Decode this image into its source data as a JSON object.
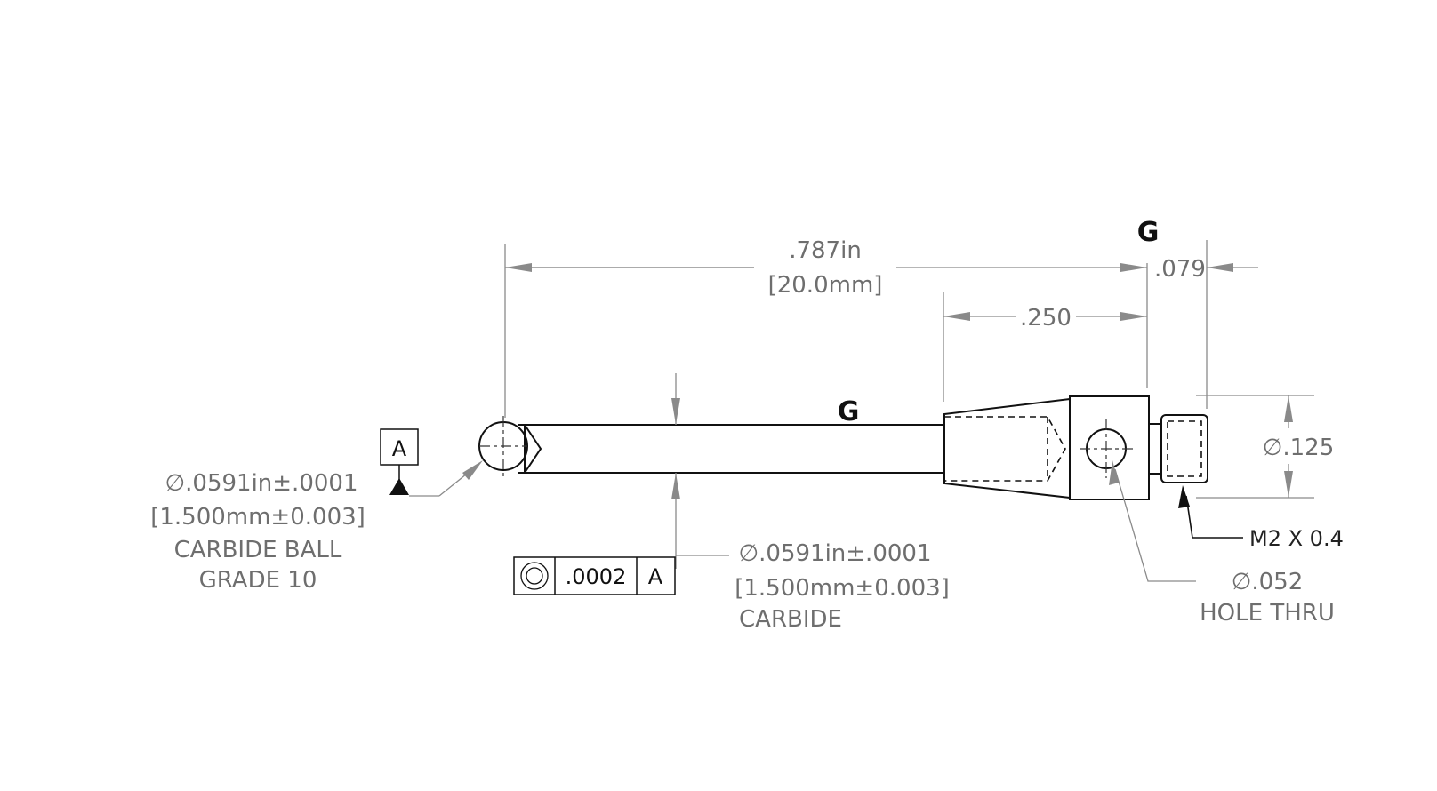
{
  "dimensions": {
    "overall_length": {
      "primary": ".787in",
      "secondary": "[20.0mm]"
    },
    "taper_length": ".250",
    "thread_length": ".079",
    "body_diameter": "∅.125"
  },
  "grind_symbol_top": "G",
  "grind_symbol_stem": "G",
  "datum": {
    "label": "A"
  },
  "ball_callout": {
    "diameter_in": "∅.0591in±.0001",
    "diameter_mm": "[1.500mm±0.003]",
    "material": "CARBIDE BALL",
    "grade": "GRADE 10"
  },
  "stem_callout": {
    "diameter_in": "∅.0591in±.0001",
    "diameter_mm": "[1.500mm±0.003]",
    "material": "CARBIDE"
  },
  "feature_control_frame": {
    "symbol": "concentricity-symbol",
    "tolerance": ".0002",
    "datum": "A"
  },
  "thread_callout": "M2 X 0.4",
  "hole_callout": {
    "diameter": "∅.052",
    "note": "HOLE THRU"
  }
}
